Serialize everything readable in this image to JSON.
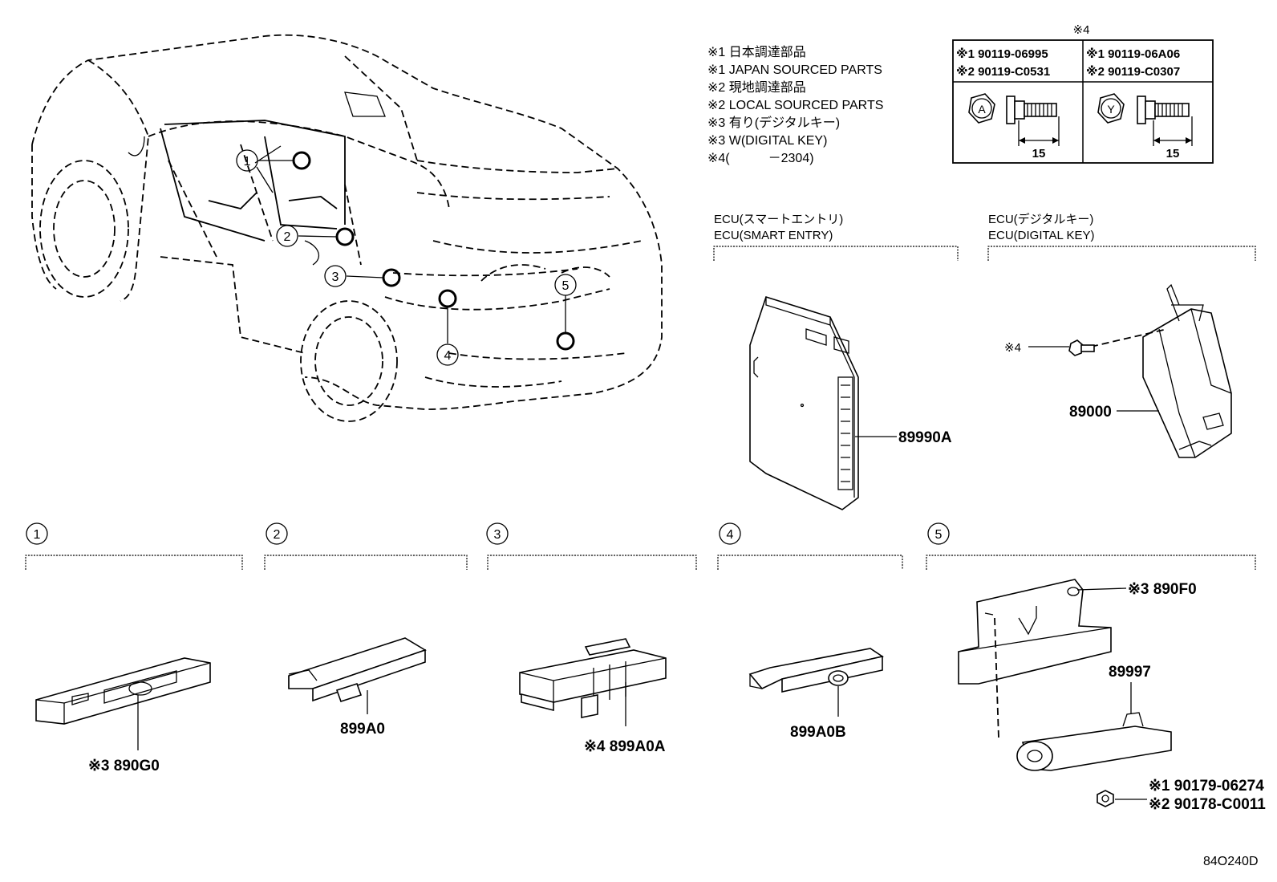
{
  "notes": [
    "※1 日本調達部品",
    "※1 JAPAN SOURCED PARTS",
    "※2 現地調達部品",
    "※2 LOCAL SOURCED PARTS",
    "※3 有り(デジタルキー)",
    "※3 W(DIGITAL KEY)",
    "※4(　　　－2304)"
  ],
  "bolt_table": {
    "title": "※4",
    "left_row1": "※1 90119-06995",
    "left_row2": "※2 90119-C0531",
    "right_row1": "※1 90119-06A06",
    "right_row2": "※2 90119-C0307",
    "left_mark": "A",
    "right_mark": "Y",
    "left_length": "15",
    "right_length": "15"
  },
  "ecu_smart": {
    "label_jp": "ECU(スマートエントリ)",
    "label_en": "ECU(SMART ENTRY)",
    "part_no": "89990A"
  },
  "ecu_digital": {
    "label_jp": "ECU(デジタルキー)",
    "label_en": "ECU(DIGITAL KEY)",
    "part_no": "89000",
    "bolt_note": "※4"
  },
  "vehicle_callouts": [
    "1",
    "2",
    "3",
    "4",
    "5"
  ],
  "sections": [
    {
      "num": "1",
      "part_no": "※3 890G0"
    },
    {
      "num": "2",
      "part_no": "899A0"
    },
    {
      "num": "3",
      "part_no": "※4 899A0A"
    },
    {
      "num": "4",
      "part_no": "899A0B"
    },
    {
      "num": "5",
      "bracket_no": "※3 890F0",
      "sensor_no": "89997",
      "nut_row1": "※1 90179-06274",
      "nut_row2": "※2 90178-C0011"
    }
  ],
  "figure_id": "84O240D"
}
